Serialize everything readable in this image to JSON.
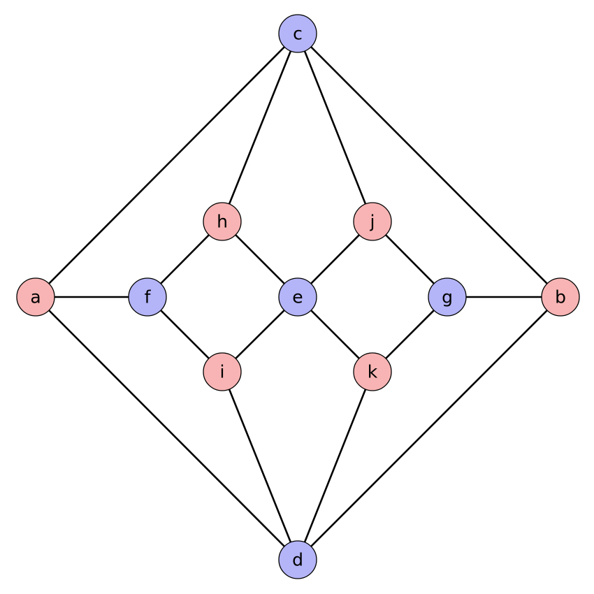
{
  "colors": {
    "red_node": "#f8b4b4",
    "blue_node": "#b4b4f8",
    "edge": "#000000",
    "background": "#ffffff"
  },
  "nodes": [
    {
      "id": "c",
      "label": "c",
      "group": "blue"
    },
    {
      "id": "a",
      "label": "a",
      "group": "red"
    },
    {
      "id": "b",
      "label": "b",
      "group": "red"
    },
    {
      "id": "d",
      "label": "d",
      "group": "blue"
    },
    {
      "id": "e",
      "label": "e",
      "group": "blue"
    },
    {
      "id": "f",
      "label": "f",
      "group": "blue"
    },
    {
      "id": "g",
      "label": "g",
      "group": "blue"
    },
    {
      "id": "h",
      "label": "h",
      "group": "red"
    },
    {
      "id": "i",
      "label": "i",
      "group": "red"
    },
    {
      "id": "j",
      "label": "j",
      "group": "red"
    },
    {
      "id": "k",
      "label": "k",
      "group": "red"
    }
  ],
  "edges": [
    [
      "c",
      "a"
    ],
    [
      "c",
      "b"
    ],
    [
      "c",
      "h"
    ],
    [
      "c",
      "j"
    ],
    [
      "a",
      "f"
    ],
    [
      "a",
      "d"
    ],
    [
      "b",
      "g"
    ],
    [
      "b",
      "d"
    ],
    [
      "d",
      "i"
    ],
    [
      "d",
      "k"
    ],
    [
      "f",
      "h"
    ],
    [
      "f",
      "i"
    ],
    [
      "g",
      "j"
    ],
    [
      "g",
      "k"
    ],
    [
      "e",
      "h"
    ],
    [
      "e",
      "i"
    ],
    [
      "e",
      "j"
    ],
    [
      "e",
      "k"
    ]
  ]
}
